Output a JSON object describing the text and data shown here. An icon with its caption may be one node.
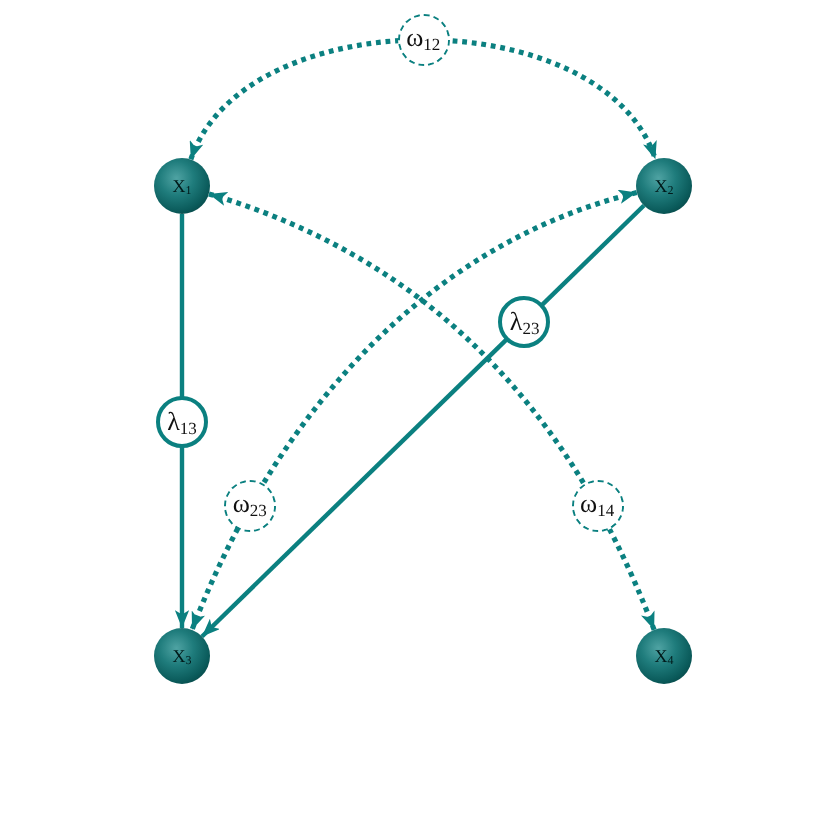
{
  "diagram": {
    "nodes": [
      {
        "text": [
          "X$_{1}$"
        ]
      },
      {
        "text": [
          "X$_{2}$"
        ]
      },
      {
        "text": [
          "X$_{3}$"
        ]
      },
      {
        "text": [
          "X$_{4}$"
        ]
      }
    ],
    "edges": [
      {
        "from": 0,
        "to": 1,
        "arrow": "both",
        "label": "ω$_{12}$",
        "style": "dashed"
      },
      {
        "from": 0,
        "to": 2,
        "arrow": "to",
        "label": "λ$_{13}$"
      },
      {
        "from": 1,
        "to": 2,
        "arrow": "to",
        "label": "λ$_{23}$"
      },
      {
        "from": 1,
        "to": 2,
        "arrow": "both",
        "label": "ω$_{23}$",
        "style": "dashed"
      },
      {
        "from": 0,
        "to": 3,
        "arrow": "both",
        "label": "ω$_{14}$",
        "style": "dashed"
      }
    ]
  }
}
